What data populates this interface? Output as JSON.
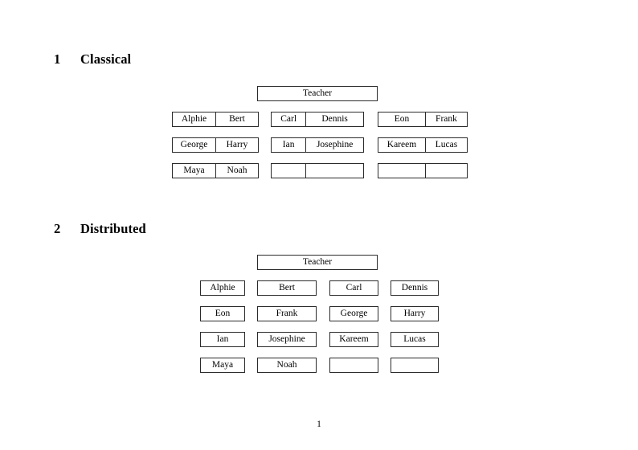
{
  "page": {
    "number": "1"
  },
  "sections": [
    {
      "number": "1",
      "title": "Classical",
      "teacher_label": "Teacher",
      "layout": "grouped",
      "groups": [
        {
          "rows": [
            [
              "Alphie",
              "Bert"
            ],
            [
              "George",
              "Harry"
            ],
            [
              "Maya",
              "Noah"
            ]
          ]
        },
        {
          "rows": [
            [
              "Carl",
              "Dennis"
            ],
            [
              "Ian",
              "Josephine"
            ],
            [
              "",
              ""
            ]
          ]
        },
        {
          "rows": [
            [
              "Eon",
              "Frank"
            ],
            [
              "Kareem",
              "Lucas"
            ],
            [
              "",
              ""
            ]
          ]
        }
      ]
    },
    {
      "number": "2",
      "title": "Distributed",
      "teacher_label": "Teacher",
      "layout": "flat",
      "rows": [
        [
          "Alphie",
          "Bert",
          "Carl",
          "Dennis"
        ],
        [
          "Eon",
          "Frank",
          "George",
          "Harry"
        ],
        [
          "Ian",
          "Josephine",
          "Kareem",
          "Lucas"
        ],
        [
          "Maya",
          "Noah",
          "",
          ""
        ]
      ]
    }
  ]
}
